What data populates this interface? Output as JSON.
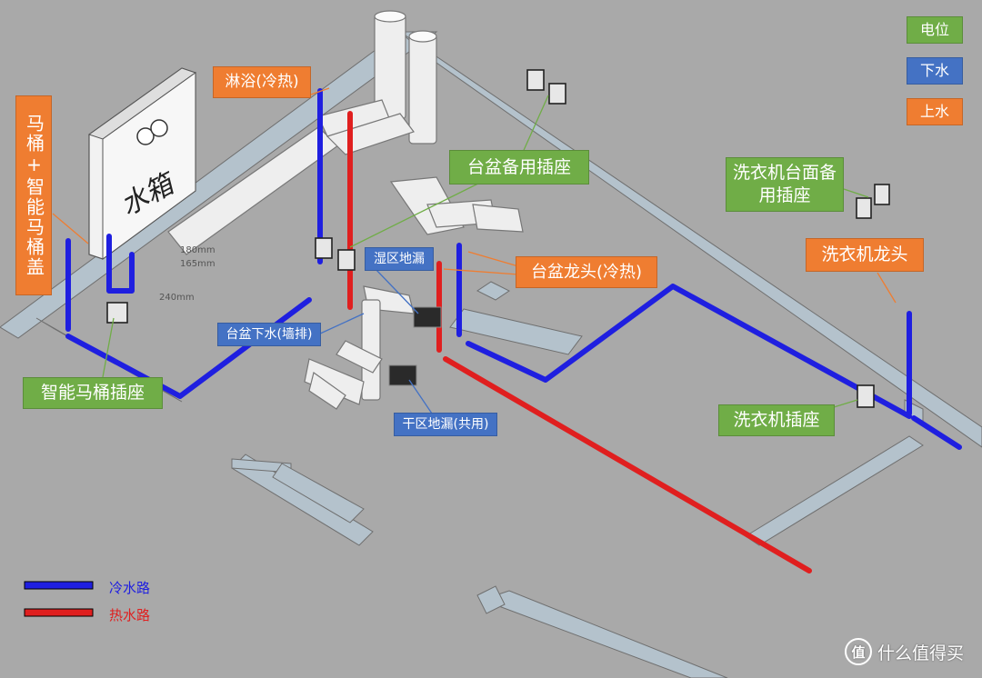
{
  "legend_top": [
    {
      "label": "电位",
      "color": "#70ad47"
    },
    {
      "label": "下水",
      "color": "#4472c4"
    },
    {
      "label": "上水",
      "color": "#ef7d31"
    }
  ],
  "legend_bottom": [
    {
      "label": "冷水路",
      "color": "#1f1fe0"
    },
    {
      "label": "热水路",
      "color": "#e01f1f"
    }
  ],
  "callouts": {
    "shower": "淋浴(冷热)",
    "toilet": "马桶+智能马桶盖",
    "basin_spare_socket": "台盆备用插座",
    "washer_counter_socket": "洗衣机台面备用插座",
    "washer_faucet": "洗衣机龙头",
    "wet_floor_drain": "湿区地漏",
    "basin_faucet": "台盆龙头(冷热)",
    "basin_drain": "台盆下水(墙排)",
    "dry_floor_drain": "干区地漏(共用)",
    "toilet_socket": "智能马桶插座",
    "washer_socket": "洗衣机插座"
  },
  "tank_label": "水箱",
  "dimensions": [
    "180mm",
    "165mm",
    "240mm"
  ],
  "watermark": {
    "badge": "值",
    "text": "什么值得买"
  }
}
